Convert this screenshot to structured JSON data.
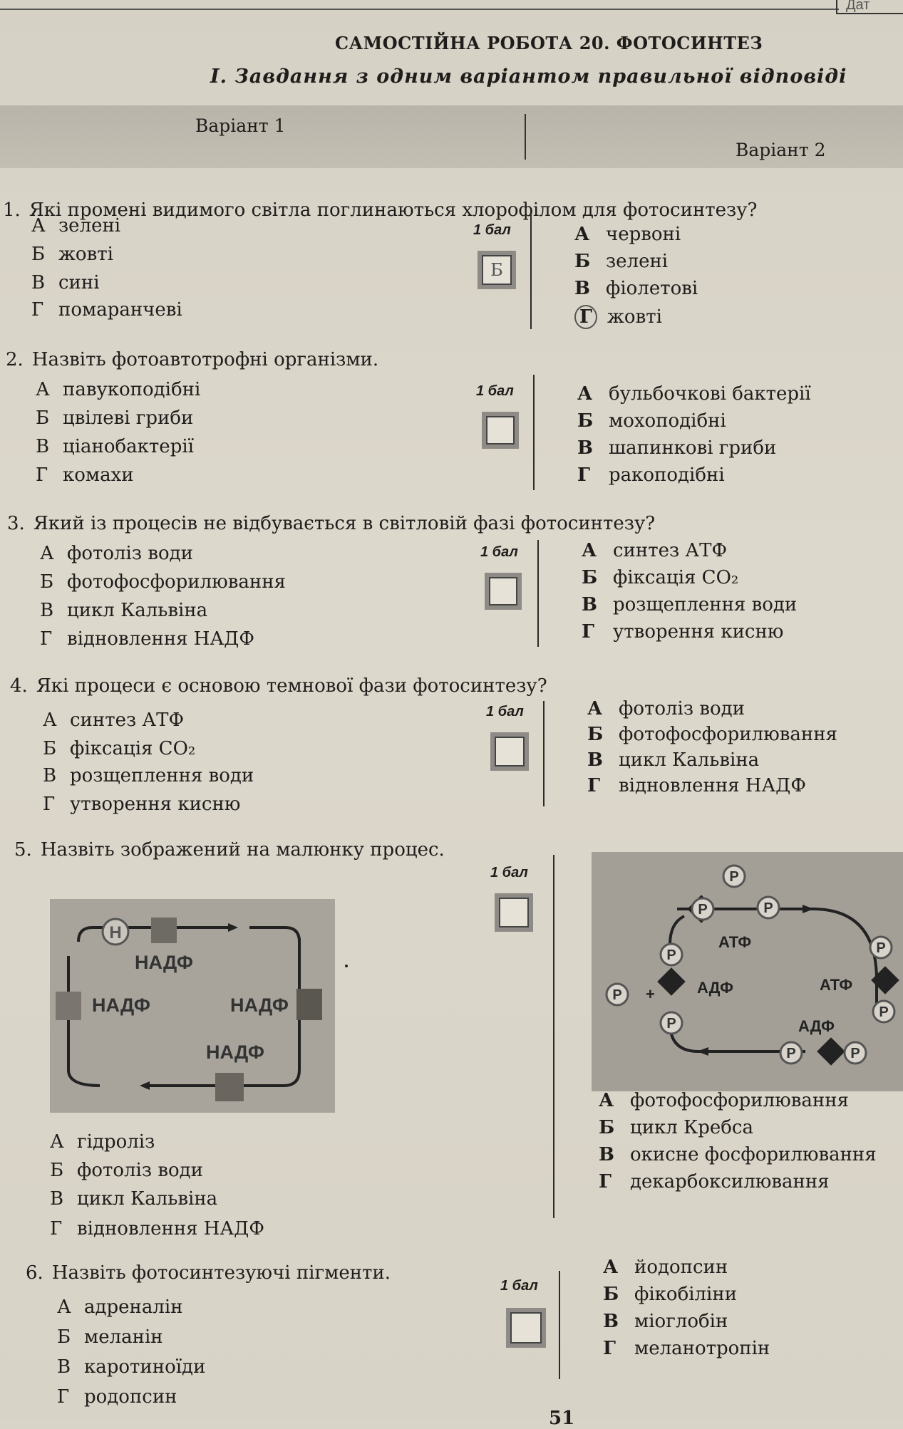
{
  "header": {
    "date_label": "Дат",
    "title": "САМОСТІЙНА РОБОТА 20. ФОТОСИНТЕЗ",
    "subtitle": "I. Завдання з одним варіантом правильної відповіді",
    "variant1": "Варіант 1",
    "variant2": "Варіант 2"
  },
  "score_label": "1 бал",
  "questions": [
    {
      "number": "1.",
      "text": "Які промені видимого світла поглинаються хлорофілом для фотосинтезу?",
      "v1": [
        {
          "letter": "А",
          "text": "зелені"
        },
        {
          "letter": "Б",
          "text": "жовті"
        },
        {
          "letter": "В",
          "text": "сині"
        },
        {
          "letter": "Г",
          "text": "помаранчеві"
        }
      ],
      "v2": [
        {
          "letter": "А",
          "text": "червоні"
        },
        {
          "letter": "Б",
          "text": "зелені"
        },
        {
          "letter": "В",
          "text": "фіолетові"
        },
        {
          "letter": "Г",
          "text": "жовті"
        }
      ],
      "answer_mark": "Б"
    },
    {
      "number": "2.",
      "text": "Назвіть фотоавтотрофні організми.",
      "v1": [
        {
          "letter": "А",
          "text": "павукоподібні"
        },
        {
          "letter": "Б",
          "text": "цвілеві гриби"
        },
        {
          "letter": "В",
          "text": "ціанобактерії"
        },
        {
          "letter": "Г",
          "text": "комахи"
        }
      ],
      "v2": [
        {
          "letter": "А",
          "text": "бульбочкові бактерії"
        },
        {
          "letter": "Б",
          "text": "мохоподібні"
        },
        {
          "letter": "В",
          "text": "шапинкові гриби"
        },
        {
          "letter": "Г",
          "text": "ракоподібні"
        }
      ]
    },
    {
      "number": "3.",
      "text": "Який із процесів не відбувається в світловій фазі фотосинтезу?",
      "v1": [
        {
          "letter": "А",
          "text": "фотоліз води"
        },
        {
          "letter": "Б",
          "text": "фотофосфорилювання"
        },
        {
          "letter": "В",
          "text": "цикл Кальвіна"
        },
        {
          "letter": "Г",
          "text": "відновлення НАДФ"
        }
      ],
      "v2": [
        {
          "letter": "А",
          "text": "синтез АТФ"
        },
        {
          "letter": "Б",
          "text": "фіксація CO₂"
        },
        {
          "letter": "В",
          "text": "розщеплення води"
        },
        {
          "letter": "Г",
          "text": "утворення кисню"
        }
      ]
    },
    {
      "number": "4.",
      "text": "Які процеси є основою темнової фази фотосинтезу?",
      "v1": [
        {
          "letter": "А",
          "text": "синтез АТФ"
        },
        {
          "letter": "Б",
          "text": "фіксація CO₂"
        },
        {
          "letter": "В",
          "text": "розщеплення води"
        },
        {
          "letter": "Г",
          "text": "утворення кисню"
        }
      ],
      "v2": [
        {
          "letter": "А",
          "text": "фотоліз води"
        },
        {
          "letter": "Б",
          "text": "фотофосфорилювання"
        },
        {
          "letter": "В",
          "text": "цикл Кальвіна"
        },
        {
          "letter": "Г",
          "text": "відновлення НАДФ"
        }
      ]
    },
    {
      "number": "5.",
      "text": "Назвіть зображений на малюнку процес.",
      "v1": [
        {
          "letter": "А",
          "text": "гідроліз"
        },
        {
          "letter": "Б",
          "text": "фотоліз води"
        },
        {
          "letter": "В",
          "text": "цикл Кальвіна"
        },
        {
          "letter": "Г",
          "text": "відновлення НАДФ"
        }
      ],
      "v2": [
        {
          "letter": "А",
          "text": "фотофосфорилювання"
        },
        {
          "letter": "Б",
          "text": "цикл Кребса"
        },
        {
          "letter": "В",
          "text": "окисне фосфорилювання"
        },
        {
          "letter": "Г",
          "text": "декарбоксилювання"
        }
      ]
    },
    {
      "number": "6.",
      "text": "Назвіть фотосинтезуючі пігменти.",
      "v1": [
        {
          "letter": "А",
          "text": "адреналін"
        },
        {
          "letter": "Б",
          "text": "меланін"
        },
        {
          "letter": "В",
          "text": "каротиноїди"
        },
        {
          "letter": "Г",
          "text": "родопсин"
        }
      ],
      "v2": [
        {
          "letter": "А",
          "text": "йодопсин"
        },
        {
          "letter": "Б",
          "text": "фікобіліни"
        },
        {
          "letter": "В",
          "text": "міоглобін"
        },
        {
          "letter": "Г",
          "text": "меланотропін"
        }
      ]
    }
  ],
  "figure1": {
    "h_label": "Н",
    "nadf": "НАДФ"
  },
  "figure2": {
    "p": "P",
    "atf": "АТФ",
    "adf": "АДФ",
    "plus": "+"
  },
  "page_number": "51"
}
